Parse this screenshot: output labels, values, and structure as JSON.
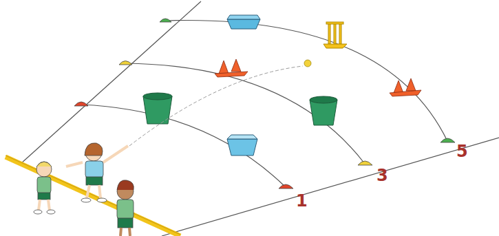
{
  "diagram": {
    "labels": [
      "1",
      "3",
      "5"
    ]
  }
}
